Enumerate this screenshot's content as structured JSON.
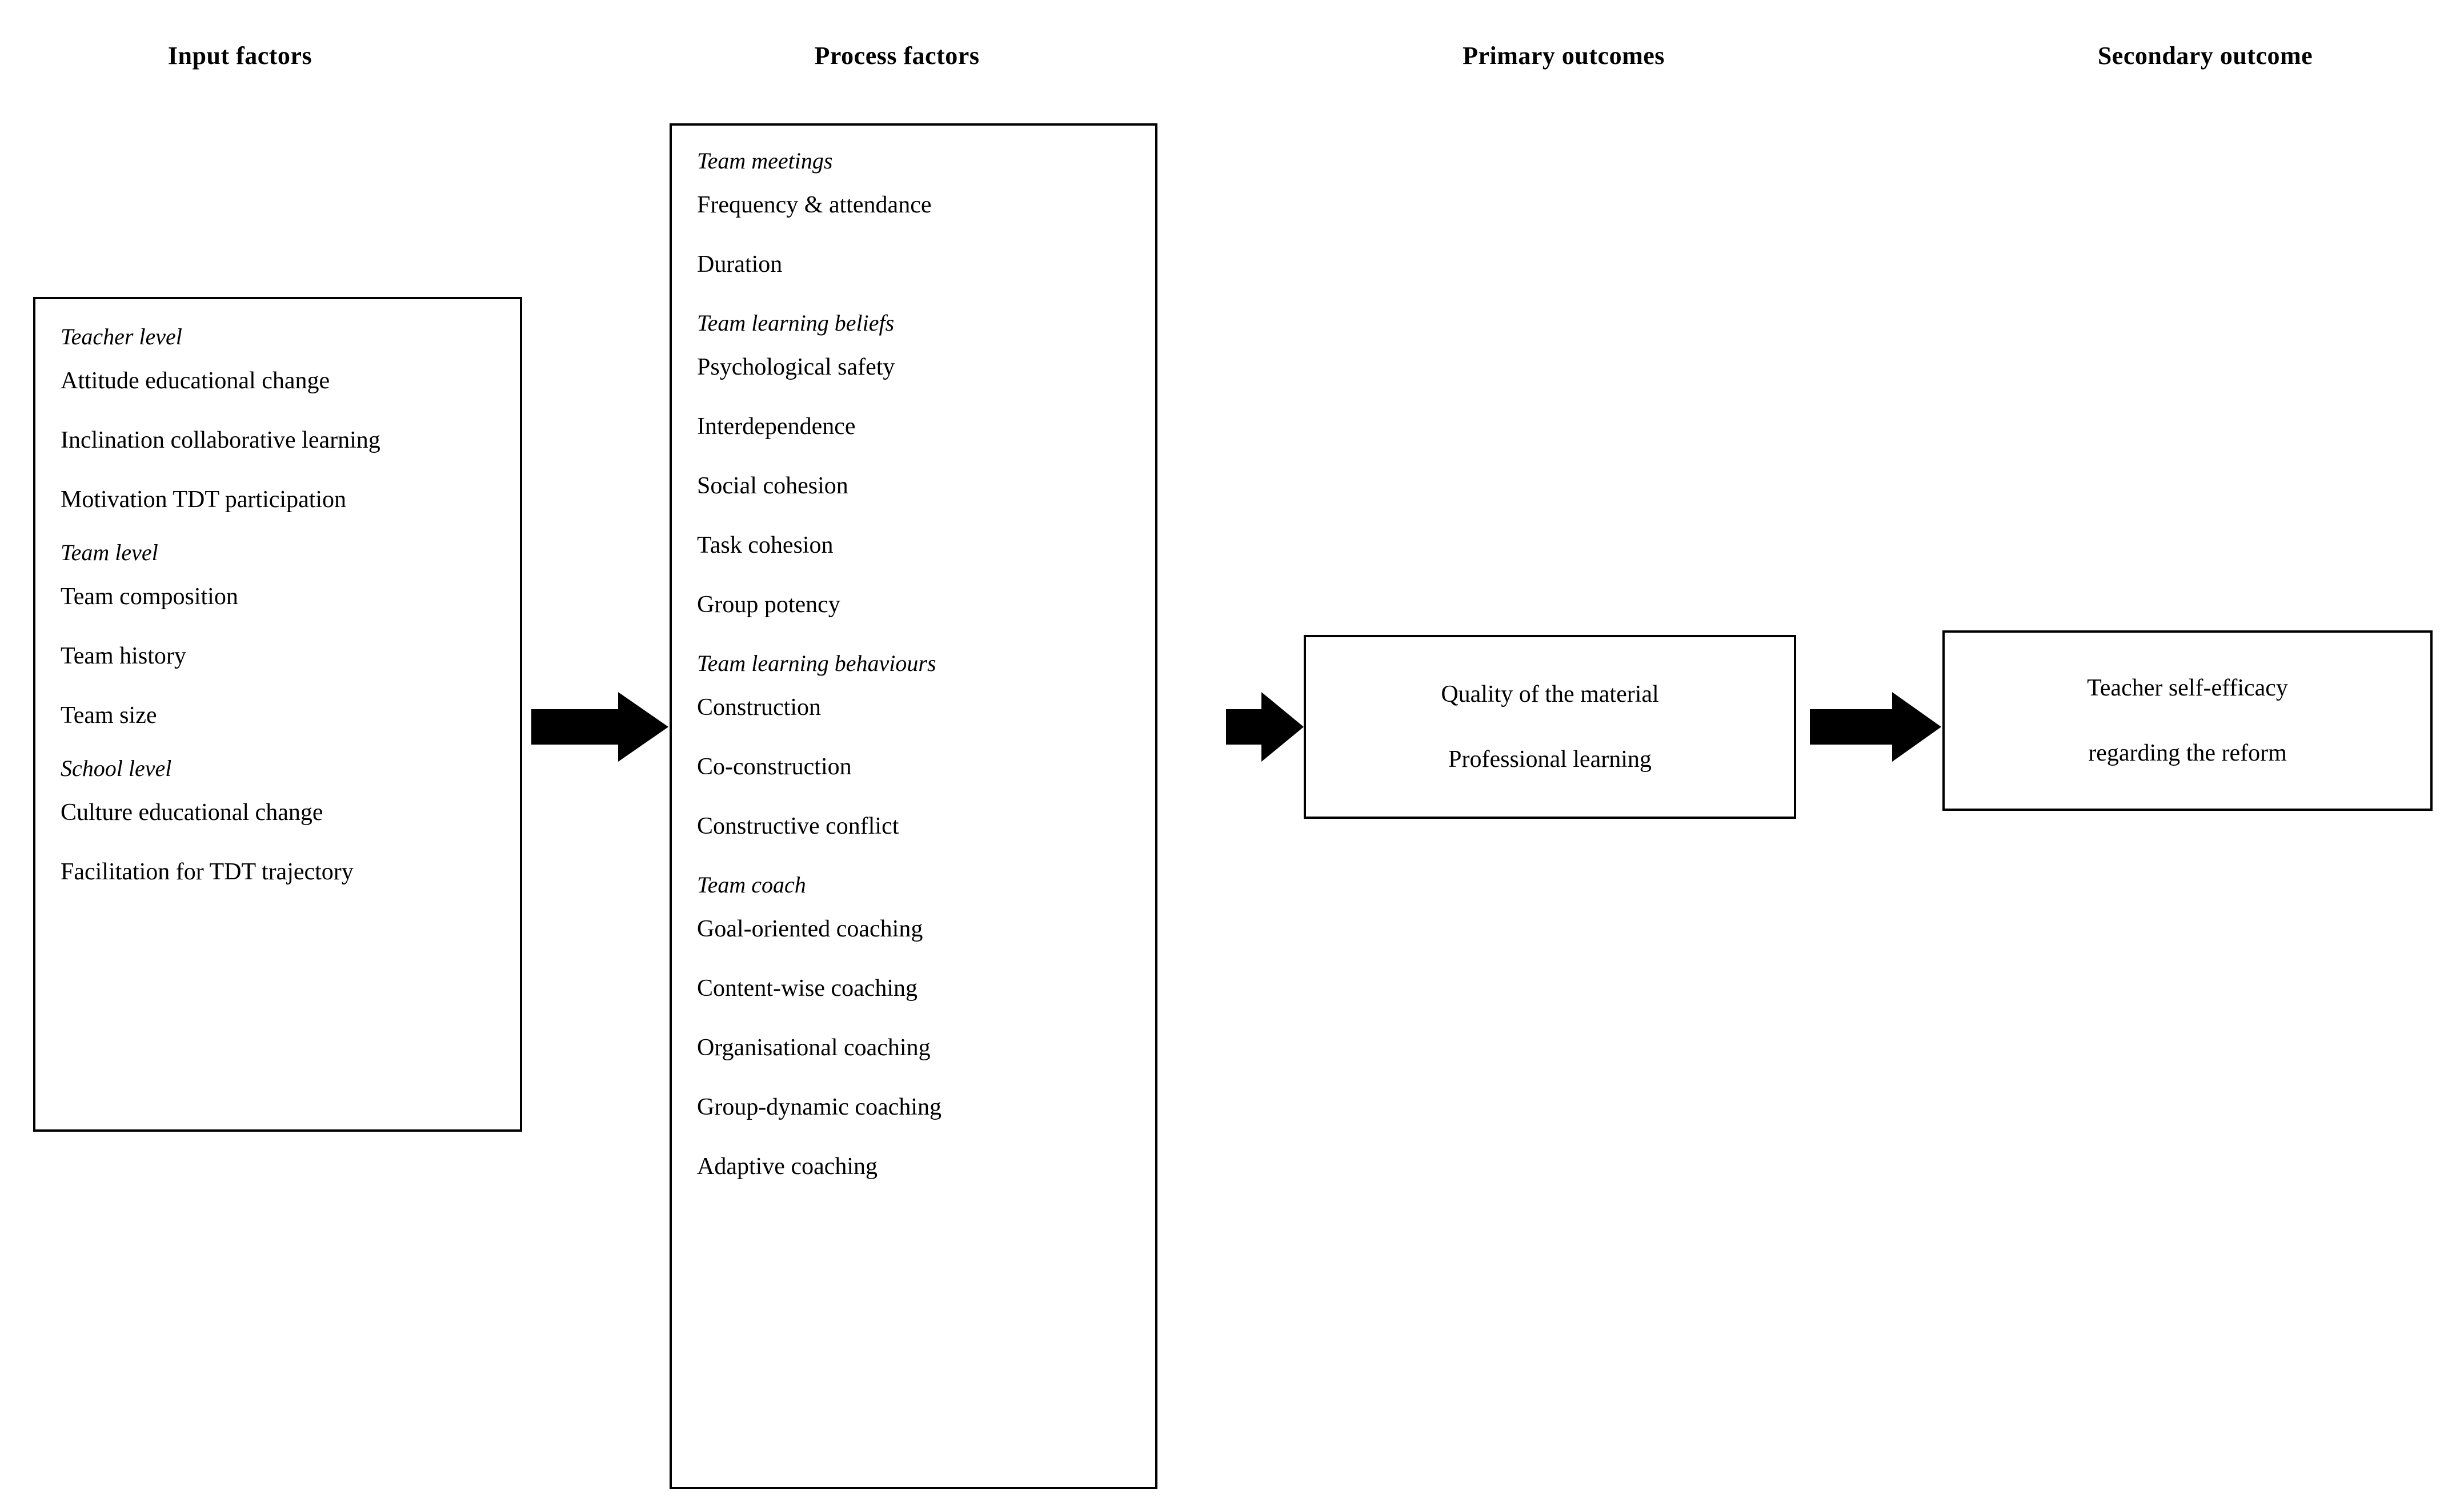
{
  "headings": {
    "input": "Input factors",
    "process": "Process factors",
    "primary": "Primary outcomes",
    "secondary": "Secondary outcome"
  },
  "input_box": {
    "groups": [
      {
        "title": "Teacher level",
        "items": [
          "Attitude educational change",
          "Inclination collaborative learning",
          "Motivation TDT participation"
        ]
      },
      {
        "title": "Team level",
        "items": [
          "Team composition",
          "Team history",
          "Team size"
        ]
      },
      {
        "title": "School level",
        "items": [
          "Culture educational change",
          "Facilitation for TDT trajectory"
        ]
      }
    ]
  },
  "process_box": {
    "groups": [
      {
        "title": "Team meetings",
        "items": [
          "Frequency & attendance",
          "Duration"
        ]
      },
      {
        "title": "Team learning beliefs",
        "items": [
          "Psychological safety",
          "Interdependence",
          "Social cohesion",
          "Task cohesion",
          "Group potency"
        ]
      },
      {
        "title": "Team learning behaviours",
        "items": [
          "Construction",
          "Co-construction",
          "Constructive conflict"
        ]
      },
      {
        "title": "Team coach",
        "items": [
          "Goal-oriented coaching",
          "Content-wise coaching",
          "Organisational coaching",
          "Group-dynamic coaching",
          "Adaptive coaching"
        ]
      }
    ]
  },
  "primary_box": {
    "lines": [
      "Quality of the material",
      "Professional learning"
    ]
  },
  "secondary_box": {
    "lines": [
      "Teacher self-efficacy",
      "regarding the reform"
    ]
  },
  "arrows": [
    {
      "name": "arrow-input-to-process"
    },
    {
      "name": "arrow-process-to-primary"
    },
    {
      "name": "arrow-primary-to-secondary"
    }
  ],
  "colors": {
    "stroke": "#000000",
    "background": "#ffffff",
    "text": "#000000"
  }
}
